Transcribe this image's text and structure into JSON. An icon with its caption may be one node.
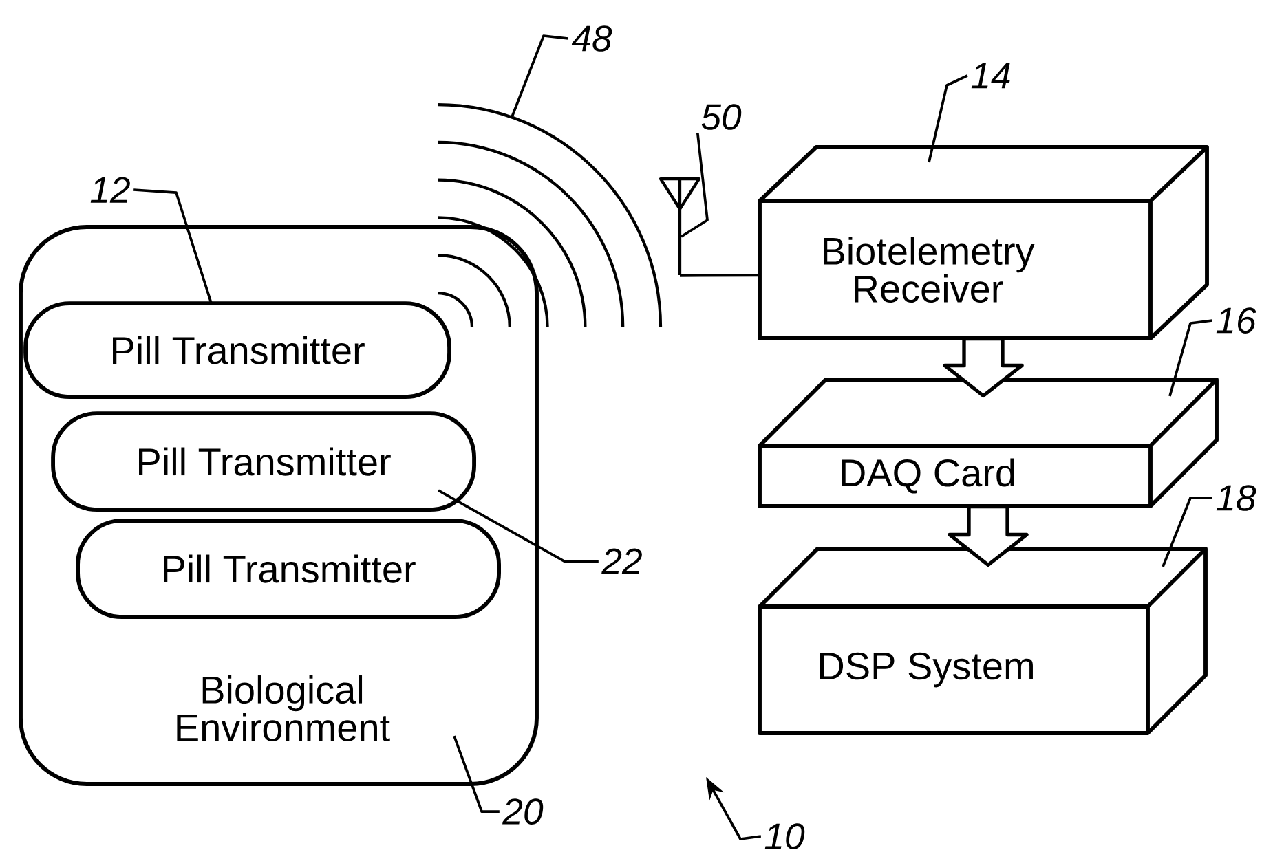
{
  "diagram": {
    "nodes": [
      {
        "text": [
          "Biological Environment"
        ]
      },
      {
        "text": [
          "Pill Transmitter"
        ],
        "in": 0
      },
      {
        "text": [
          "Pill Transmitter"
        ],
        "in": 0
      },
      {
        "text": [
          "Pill Transmitter"
        ],
        "in": 0
      },
      {
        "text": [
          "Biotelemetry Receiver"
        ]
      },
      {
        "text": [
          "DAQ Card"
        ]
      },
      {
        "text": [
          "DSP System"
        ]
      },
      {
        "text": [],
        "shape": "antenna"
      },
      {
        "text": [],
        "shape": "arcs"
      },
      {
        "text": [
          "12"
        ]
      },
      {
        "text": [
          "22"
        ]
      },
      {
        "text": [
          "20"
        ]
      },
      {
        "text": [
          "48"
        ]
      },
      {
        "text": [
          "50"
        ]
      },
      {
        "text": [
          "14"
        ]
      },
      {
        "text": [
          "16"
        ]
      },
      {
        "text": [
          "18"
        ]
      },
      {
        "text": [
          "10"
        ]
      }
    ],
    "edges": [
      {
        "from": 4,
        "to": 5,
        "arrow": "to"
      },
      {
        "from": 5,
        "to": 6,
        "arrow": "to"
      },
      {
        "from": 7,
        "to": 4,
        "arrow": "none"
      },
      {
        "from": 9,
        "to": 1,
        "arrow": "none"
      },
      {
        "from": 10,
        "to": 2,
        "arrow": "none"
      },
      {
        "from": 11,
        "to": 0,
        "arrow": "none"
      },
      {
        "from": 12,
        "to": 8,
        "arrow": "none"
      },
      {
        "from": 13,
        "to": 7,
        "arrow": "none"
      },
      {
        "from": 14,
        "to": 4,
        "arrow": "none"
      },
      {
        "from": 15,
        "to": 5,
        "arrow": "none"
      },
      {
        "from": 16,
        "to": 6,
        "arrow": "none"
      },
      {
        "from": 17,
        "to": null,
        "arrow": "to"
      }
    ]
  }
}
